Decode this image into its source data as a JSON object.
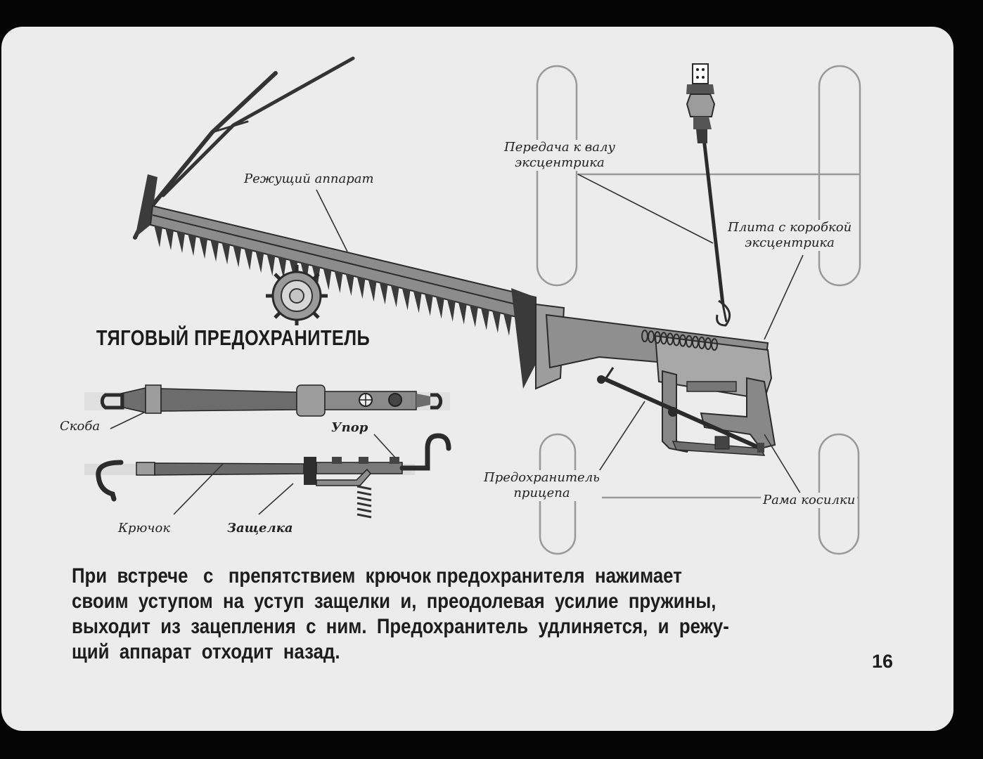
{
  "heading": "ТЯГОВЫЙ ПРЕДОХРАНИТЕЛЬ",
  "labels": {
    "cutting_apparatus": "Режущий аппарат",
    "transmission_line1": "Передача к валу",
    "transmission_line2": "эксцентрика",
    "plate_line1": "Плита с коробкой",
    "plate_line2": "эксцентрика",
    "safety_line1": "Предохранитель",
    "safety_line2": "прицепа",
    "mower_frame": "Рама косилки",
    "bracket": "Скоба",
    "stop": "Упор",
    "hook": "Крючок",
    "latch": "Защелка"
  },
  "caption": [
    "При  встрече   с   препятствием  крючок предохранителя  нажимает",
    "своим  уступом  на  уступ  защелки  и,  преодолевая  усилие  пружины,",
    "выходит  из  зацепления  с  ним.  Предохранитель  удлиняется,  и  режу-",
    "щий  аппарат  отходит  назад."
  ],
  "page_number": "16",
  "colors": {
    "background": "#050505",
    "slide": "#ececec",
    "ink": "#1d1d1d",
    "metal_dark": "#4a4a4a",
    "metal_mid": "#8a8a8a"
  },
  "icons": [
    "mower-illustration",
    "safety-device-illustration",
    "hook-illustration",
    "wheel-track-outlines"
  ]
}
